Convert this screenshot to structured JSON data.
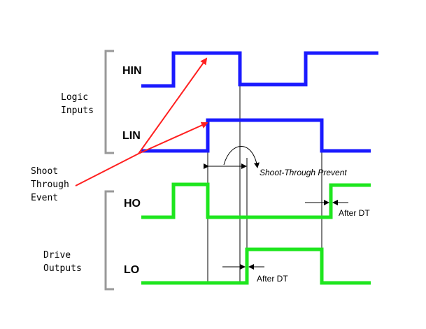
{
  "signals": {
    "hin": "HIN",
    "lin": "LIN",
    "ho": "HO",
    "lo": "LO"
  },
  "groups": {
    "logic_line1": "Logic",
    "logic_line2": "Inputs",
    "drive_line1": "Drive",
    "drive_line2": "Outputs"
  },
  "shoot_through": {
    "line1": "Shoot",
    "line2": "Through",
    "line3": "Event"
  },
  "annotations": {
    "prevent": "Shoot-Through Prevent",
    "after_dt_ho": "After DT",
    "after_dt_lo": "After DT"
  },
  "colors": {
    "input_trace": "#1a1aff",
    "output_trace": "#1ee61e",
    "arrow": "#ff2020",
    "bracket": "#999999"
  }
}
